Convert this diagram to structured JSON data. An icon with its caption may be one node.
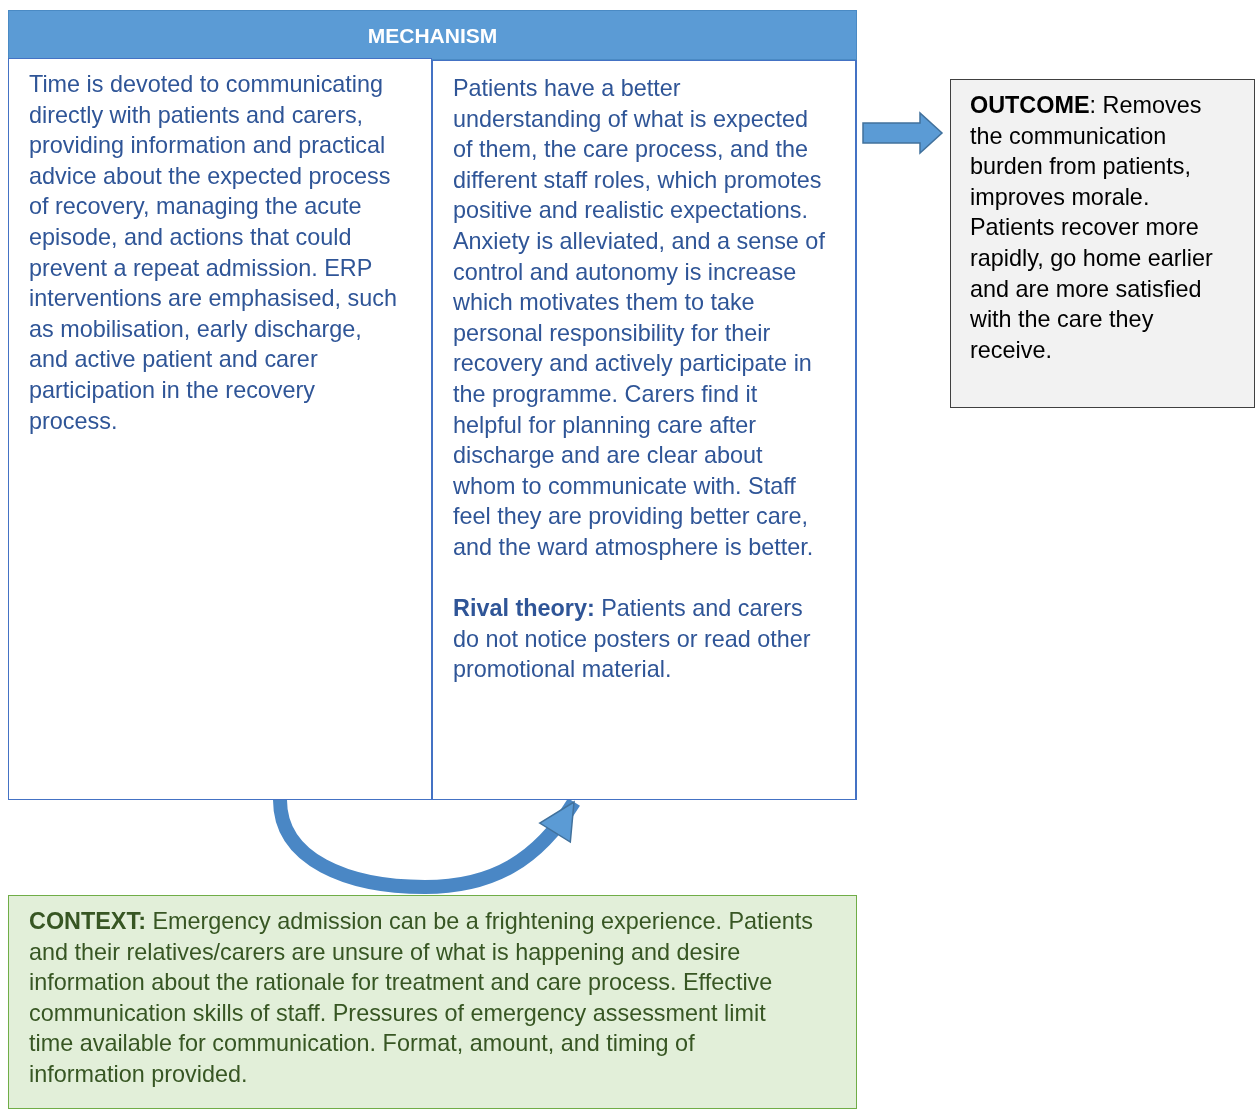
{
  "diagram": {
    "nodes": [
      {
        "text": [
          "MECHANISM"
        ]
      },
      {
        "text": [
          "Time is devoted to communicating directly with patients and carers, providing information and practical advice about the expected process of recovery, managing the acute episode, and actions that could prevent a repeat admission. ERP interventions are emphasised, such as mobilisation, early discharge, and active patient and carer participation in the recovery process."
        ],
        "in": 0
      },
      {
        "text": [
          "Patients have a better understanding of what is expected of them, the care process, and the different staff roles, which promotes positive and realistic expectations. Anxiety is alleviated, and a sense of control and autonomy is increase which motivates them to take personal responsibility for their recovery and actively participate in the programme. Carers find it helpful for planning care after discharge and are clear about whom to communicate with. Staff feel they are providing better care, and the ward atmosphere is better.",
          "**Rival theory:** Patients and carers do not notice posters or read other promotional material."
        ],
        "in": 0
      },
      {
        "text": [
          "**OUTCOME**: Removes the communication burden from patients, improves morale. Patients recover more rapidly, go home earlier and are more satisfied with the care they receive."
        ]
      },
      {
        "text": [
          "**CONTEXT:** Emergency admission can be a frightening experience. Patients and their relatives/carers are unsure of what is happening and desire information about the rationale for treatment and care process. Effective communication skills of staff. Pressures of emergency assessment limit time available for communication. Format, amount, and timing of information provided."
        ]
      }
    ],
    "edges": [
      {
        "from": 0,
        "to": 3,
        "arrow": "to"
      },
      {
        "from": 1,
        "to": 2,
        "arrow": "to"
      }
    ]
  }
}
